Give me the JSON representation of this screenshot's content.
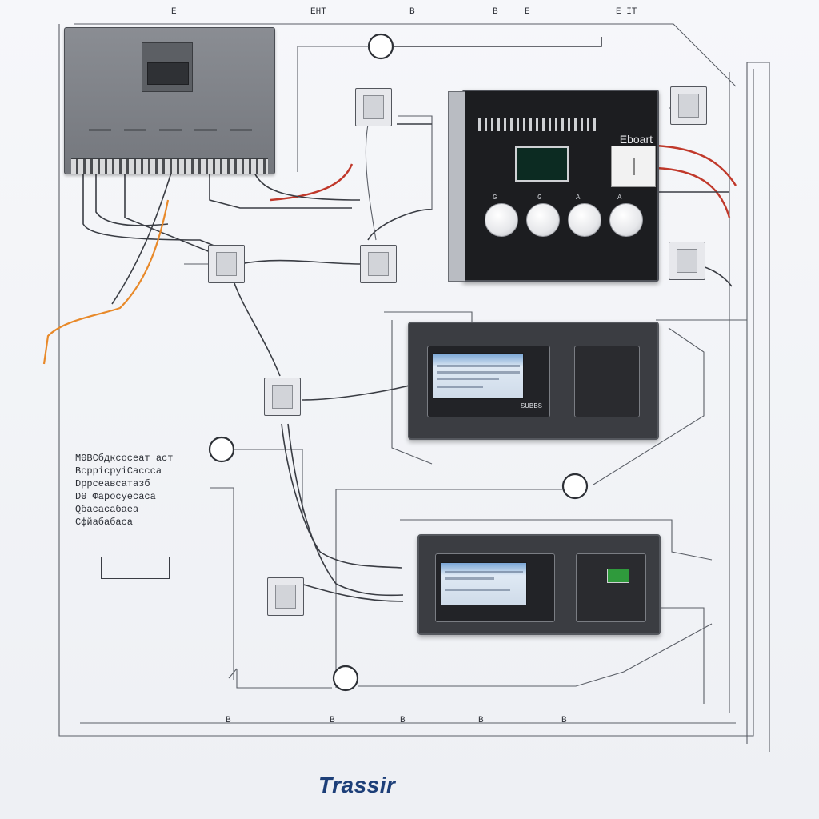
{
  "brand": "Trassir",
  "controller": {
    "label": "Eboart",
    "buttons": [
      {
        "label": "G"
      },
      {
        "label": "G"
      },
      {
        "label": "A"
      },
      {
        "label": "A"
      }
    ]
  },
  "panel_middle": {
    "footer": "SUBBS"
  },
  "top_labels": [
    "E",
    "EHT",
    "B",
    "B",
    "E",
    "E IT"
  ],
  "bottom_labels": [
    "B",
    "B",
    "B",
    "B",
    "B"
  ],
  "legend_lines": [
    "MӨBCбдксосеат аст",
    "BсррісруіСассса",
    "Dррсеавсатазб",
    "DӨ Фаросуесаса",
    "Qбасасабаеа",
    "Cфйабабаса"
  ],
  "colors": {
    "wire": "#3a3d44",
    "power": "#c0392b",
    "signal": "#e8892a",
    "brand": "#1d3f78"
  }
}
